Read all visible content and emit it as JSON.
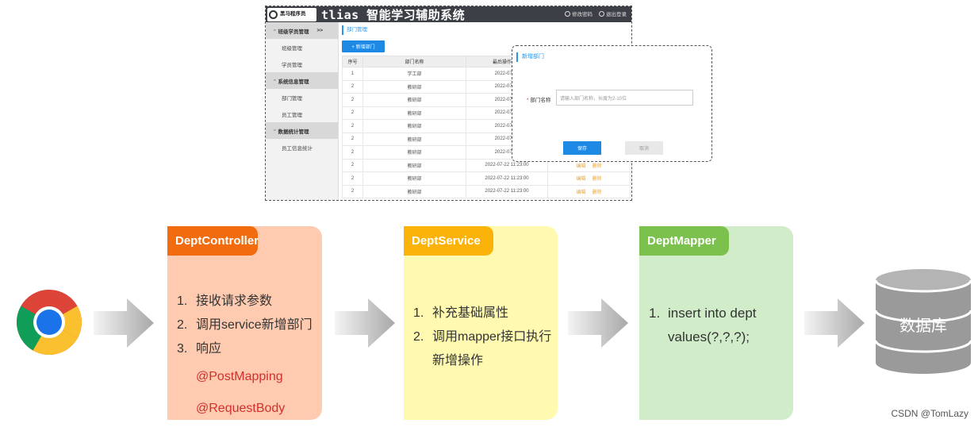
{
  "app": {
    "logo_text": "黑马程序员",
    "title": "tlias 智能学习辅助系统",
    "header_links": [
      "修改密码",
      "退出登录"
    ],
    "sidebar": [
      {
        "label": "班级学员管理",
        "group": true,
        "suffix": ">>"
      },
      {
        "label": "班级管理",
        "group": false
      },
      {
        "label": "学员管理",
        "group": false
      },
      {
        "label": "系统信息管理",
        "group": true
      },
      {
        "label": "部门管理",
        "group": false
      },
      {
        "label": "员工管理",
        "group": false
      },
      {
        "label": "数据统计管理",
        "group": true
      },
      {
        "label": "员工信息统计",
        "group": false
      }
    ],
    "breadcrumb": "部门管理",
    "add_button": "+ 新增部门",
    "table": {
      "headers": [
        "序号",
        "部门名称",
        "最后操作时间",
        "操作"
      ],
      "rows": [
        [
          "1",
          "学工部",
          "2022-07-22",
          ""
        ],
        [
          "2",
          "教研部",
          "2022-07-22",
          ""
        ],
        [
          "2",
          "教研部",
          "2022-07-22",
          ""
        ],
        [
          "2",
          "教研部",
          "2022-07-22",
          ""
        ],
        [
          "2",
          "教研部",
          "2022-07-22",
          ""
        ],
        [
          "2",
          "教研部",
          "2022-07-22",
          ""
        ],
        [
          "2",
          "教研部",
          "2022-07-22",
          ""
        ],
        [
          "2",
          "教研部",
          "2022-07-22 11:23:00",
          "编辑 删除"
        ],
        [
          "2",
          "教研部",
          "2022-07-22 11:23:00",
          "编辑 删除"
        ],
        [
          "2",
          "教研部",
          "2022-07-22 11:23:00",
          "编辑 删除"
        ]
      ]
    }
  },
  "dialog": {
    "title": "新增部门",
    "field_label": "部门名称",
    "required_mark": "*",
    "placeholder": "请输入部门名称，长度为2-10位",
    "save": "保存",
    "cancel": "取消"
  },
  "flow": {
    "browser_icon": "chrome-icon",
    "cards": [
      {
        "title": "DeptController",
        "items": [
          "接收请求参数",
          "调用service新增部门",
          "响应"
        ],
        "annotations": [
          "@PostMapping",
          "@RequestBody"
        ],
        "color": "#f26b0f"
      },
      {
        "title": "DeptService",
        "items": [
          "补充基础属性",
          "调用mapper接口执行新增操作"
        ],
        "color": "#fbb309"
      },
      {
        "title": "DeptMapper",
        "items": [
          "insert into dept values(?,?,?);"
        ],
        "color": "#7cc04e"
      }
    ],
    "database_label": "数据库"
  },
  "watermark": "CSDN @TomLazy"
}
